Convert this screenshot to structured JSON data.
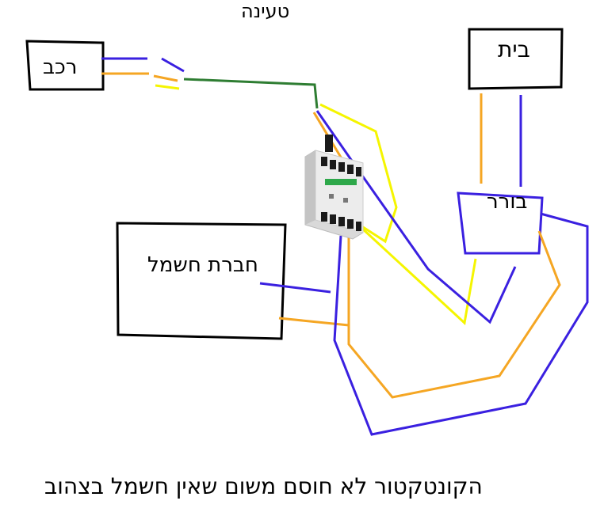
{
  "title": "טעינה",
  "labels": {
    "car": "רכב",
    "house": "בית",
    "well": "בורר",
    "electric_company": "חברת חשמל"
  },
  "caption": "הקונטקטור לא חוסם משום שאין חשמל בצהוב",
  "colors": {
    "blue_wire": "#3a20e0",
    "orange_wire": "#f5a623",
    "yellow_wire": "#f5f500",
    "green_wire": "#2e7d32",
    "box_outline": "#000000",
    "contactor_body": "#e8e8e8",
    "contactor_terminals": "#1a1a1a",
    "contactor_accent": "#2ea84a"
  },
  "components": [
    {
      "name": "car-box",
      "label_key": "car"
    },
    {
      "name": "house-box",
      "label_key": "house"
    },
    {
      "name": "well-selector-box",
      "label_key": "well"
    },
    {
      "name": "electric-company-box",
      "label_key": "electric_company"
    },
    {
      "name": "contactor",
      "label_key": null
    }
  ]
}
